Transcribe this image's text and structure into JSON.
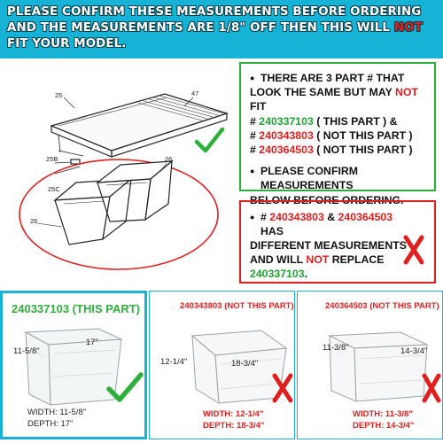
{
  "banner": {
    "line1": "PLEASE CONFIRM THESE MEASUREMENTS BEFORE ORDERING",
    "line2a": "AND THE MEASUREMENTS ARE 1/8\" OFF THEN THIS WILL ",
    "line2b": "NOT",
    "line3": "FIT YOUR MODEL."
  },
  "diagram": {
    "labels": [
      "25",
      "47",
      "25B",
      "26",
      "25C",
      "26"
    ]
  },
  "info_box": {
    "l1": "THERE ARE 3 PART # THAT",
    "l2a": "LOOK THE SAME BUT MAY ",
    "l2b": "NOT",
    "l2c": " FIT",
    "l3a": "# ",
    "l3b": "240337103",
    "l3c": " ( THIS PART ) &",
    "l4a": "# ",
    "l4b": "240343803",
    "l4c": " ( NOT THIS PART )",
    "l5a": "# ",
    "l5b": "240364503",
    "l5c": " ( NOT THIS PART )",
    "l6": "PLEASE CONFIRM MEASUREMENTS",
    "l7": "BELOW BEFORE ORDERING."
  },
  "warning_box": {
    "l1a": "# ",
    "l1b": "240343803",
    "l1c": " & ",
    "l1d": "240364503",
    "l1e": " HAS",
    "l2": "DIFFERENT MEASUREMENTS",
    "l3a": "AND WILL ",
    "l3b": "NOT",
    "l3c": " REPLACE",
    "l4a": "240337103",
    "l4b": "."
  },
  "panels": [
    {
      "title": "240337103 (THIS PART)",
      "width_label": "11-5/8\"",
      "depth_label": "17\"",
      "width_line": "WIDTH: 11-5/8\"",
      "depth_line": "DEPTH: 17\""
    },
    {
      "title": "240343803 (NOT THIS PART)",
      "width_label": "12-1/4\"",
      "depth_label": "18-3/4\"",
      "width_line": "WIDTH: 12-1/4\"",
      "depth_line": "DEPTH: 18-3/4\""
    },
    {
      "title": "240364503 (NOT THIS PART)",
      "width_label": "11-3/8\"",
      "depth_label": "14-3/4\"",
      "width_line": "WIDTH: 11-3/8\"",
      "depth_line": "DEPTH: 14-3/4\""
    }
  ],
  "colors": {
    "banner": "#16b3d6",
    "accent_green": "#2eaf3c",
    "accent_red": "#e0201e"
  },
  "icons": [
    "check-icon",
    "x-icon",
    "bullet-icon"
  ]
}
